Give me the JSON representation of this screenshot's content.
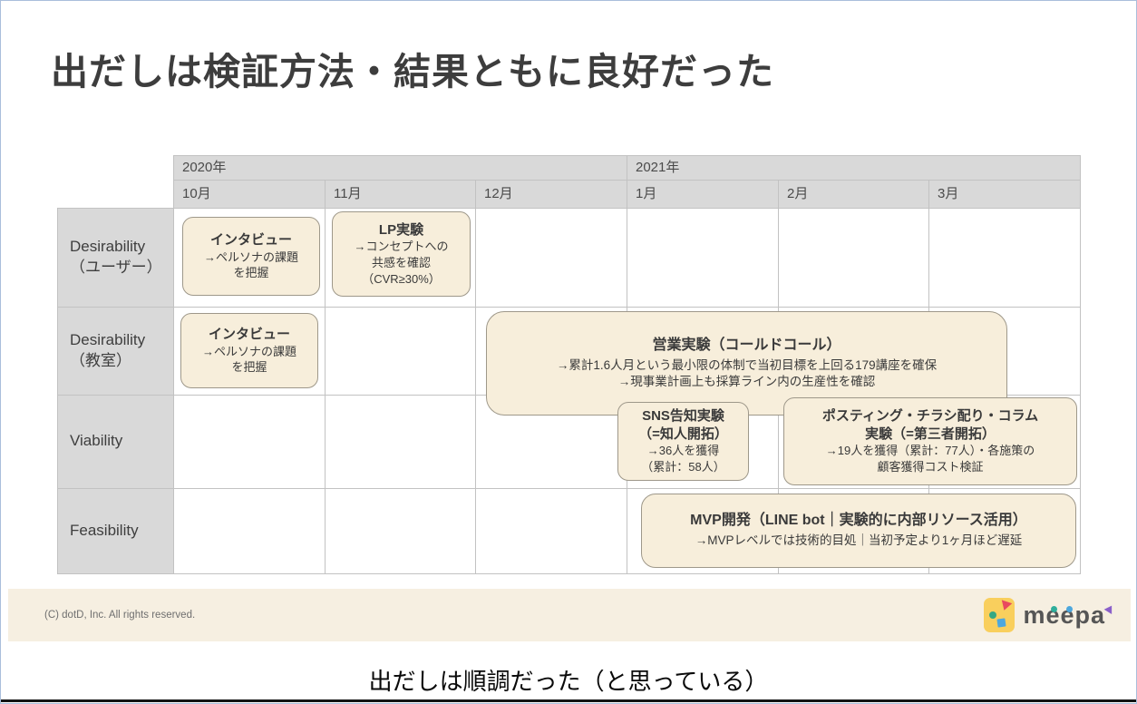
{
  "slide": {
    "title": "出だしは検証方法・結果ともに良好だった",
    "caption": "出だしは順調だった（と思っている）"
  },
  "table": {
    "year_headers": [
      "2020年",
      "2021年"
    ],
    "month_headers": [
      "10月",
      "11月",
      "12月",
      "1月",
      "2月",
      "3月"
    ],
    "rows": [
      {
        "label_line1": "Desirability",
        "label_line2": "（ユーザー）"
      },
      {
        "label_line1": "Desirability",
        "label_line2": "（教室）"
      },
      {
        "label_line1": "Viability",
        "label_line2": ""
      },
      {
        "label_line1": "Feasibility",
        "label_line2": ""
      }
    ]
  },
  "boxes": [
    {
      "name": "interview-user",
      "title_lines": [
        "インタビュー"
      ],
      "body_lines": [
        "→ペルソナの課題",
        "を把握"
      ]
    },
    {
      "name": "lp-experiment",
      "title_lines": [
        "LP実験"
      ],
      "body_lines": [
        "→コンセプトへの",
        "共感を確認",
        "（CVR≥30%）"
      ]
    },
    {
      "name": "interview-class",
      "title_lines": [
        "インタビュー"
      ],
      "body_lines": [
        "→ペルソナの課題",
        "を把握"
      ]
    },
    {
      "name": "sales-experiment",
      "title_lines": [
        "営業実験（コールドコール）"
      ],
      "body_lines": [
        "→累計1.6人月という最小限の体制で当初目標を上回る179講座を確保",
        "→現事業計画上も採算ライン内の生産性を確認"
      ]
    },
    {
      "name": "sns-experiment",
      "title_lines": [
        "SNS告知実験",
        "（=知人開拓）"
      ],
      "body_lines": [
        "→36人を獲得",
        "（累計：58人）"
      ]
    },
    {
      "name": "posting-experiment",
      "title_lines": [
        "ポスティング・チラシ配り・コラム",
        "実験（=第三者開拓）"
      ],
      "body_lines": [
        "→19人を獲得（累計：77人）・各施策の",
        "顧客獲得コスト検証"
      ]
    },
    {
      "name": "mvp-development",
      "title_lines": [
        "MVP開発（LINE bot｜実験的に内部リソース活用）"
      ],
      "body_lines": [
        "→MVPレベルでは技術的目処｜当初予定より1ヶ月ほど遅延"
      ]
    }
  ],
  "footer": {
    "copyright": "(C) dotD, Inc. All rights reserved.",
    "logo": {
      "text": "meepa",
      "icon": "meepa-logo-mark"
    }
  },
  "colors": {
    "box_fill": "#f7eedb",
    "box_border": "#9e988a",
    "header_gray": "#d9d9d9",
    "grid_line": "#c2c2c2",
    "footer_beige": "#f6efe1",
    "title_text": "#3d3d3d",
    "logo_yellow": "#f9cf5d",
    "logo_green": "#34a884",
    "logo_red": "#e8495f",
    "logo_blue": "#4da7dd",
    "logo_purple": "#8a5fc9"
  }
}
